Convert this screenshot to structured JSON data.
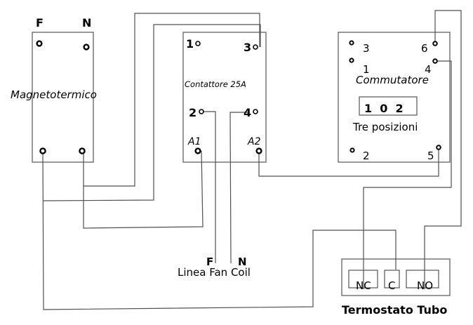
{
  "diagram": {
    "magnetotermico": {
      "title": "Magnetotermico",
      "top_labels": {
        "phase": "F",
        "neutral": "N"
      }
    },
    "contattore": {
      "title": "Contattore 25A",
      "terminals": {
        "t1": "1",
        "t3": "3",
        "t2": "2",
        "t4": "4",
        "a1": "A1",
        "a2": "A2"
      }
    },
    "commutatore": {
      "title": "Commutatore",
      "terminals": {
        "t3": "3",
        "t1": "1",
        "t6": "6",
        "t4": "4",
        "t2": "2",
        "t5": "5"
      },
      "positions_display": "1  0  2",
      "subtitle": "Tre posizioni"
    },
    "fan_coil": {
      "phase": "F",
      "neutral": "N",
      "label": "Linea Fan Coil"
    },
    "termostato": {
      "title": "Termostato Tubo",
      "contacts": {
        "nc": "NC",
        "c": "C",
        "no": "NO"
      }
    }
  }
}
